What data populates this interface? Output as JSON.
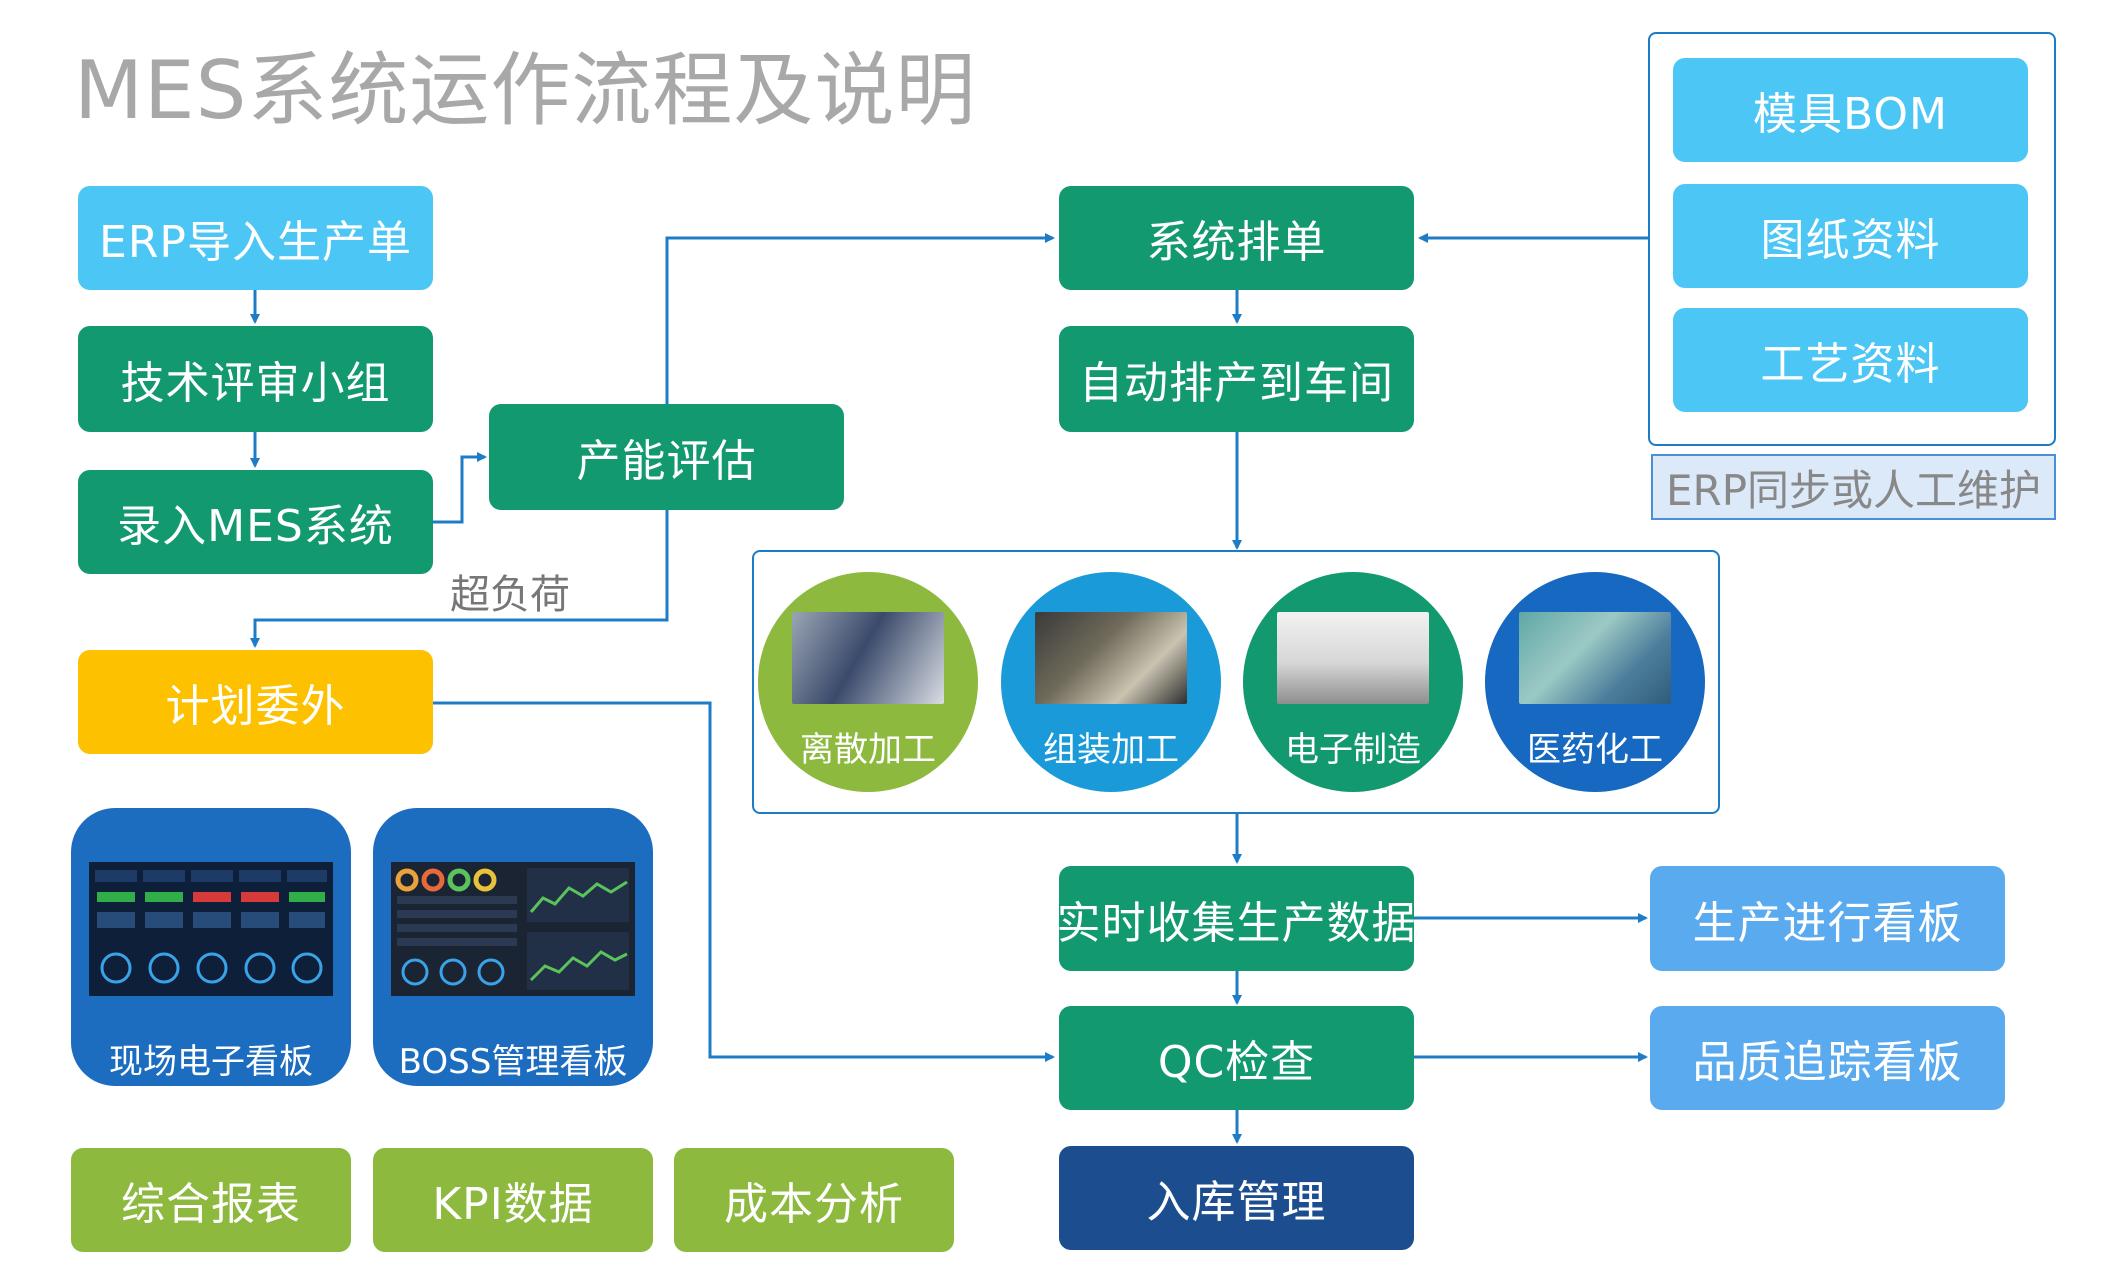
{
  "title": "MES系统运作流程及说明",
  "flow": {
    "erp_import": "ERP导入生产单",
    "tech_review": "技术评审小组",
    "mes_entry": "录入MES系统",
    "capacity": "产能评估",
    "overload": "超负荷",
    "outsource": "计划委外",
    "scheduling": "系统排单",
    "auto_dispatch": "自动排产到车间",
    "collect": "实时收集生产数据",
    "qc": "QC检查",
    "warehouse": "入库管理"
  },
  "resources": {
    "items": [
      "模具BOM",
      "图纸资料",
      "工艺资料"
    ],
    "note": "ERP同步或人工维护"
  },
  "industries": [
    "离散加工",
    "组装加工",
    "电子制造",
    "医药化工"
  ],
  "boards": {
    "production": "生产进行看板",
    "quality": "品质追踪看板"
  },
  "dashboards": [
    "现场电子看板",
    "BOSS管理看板"
  ],
  "reports": [
    "综合报表",
    "KPI数据",
    "成本分析"
  ],
  "colors": {
    "green": "#13996f",
    "cyan": "#4cc6f5",
    "sky_blue": "#5aaaf0",
    "yellow": "#fdc100",
    "navy": "#1c4d8f",
    "olive": "#8db93f",
    "connector": "#1e7cc6"
  }
}
